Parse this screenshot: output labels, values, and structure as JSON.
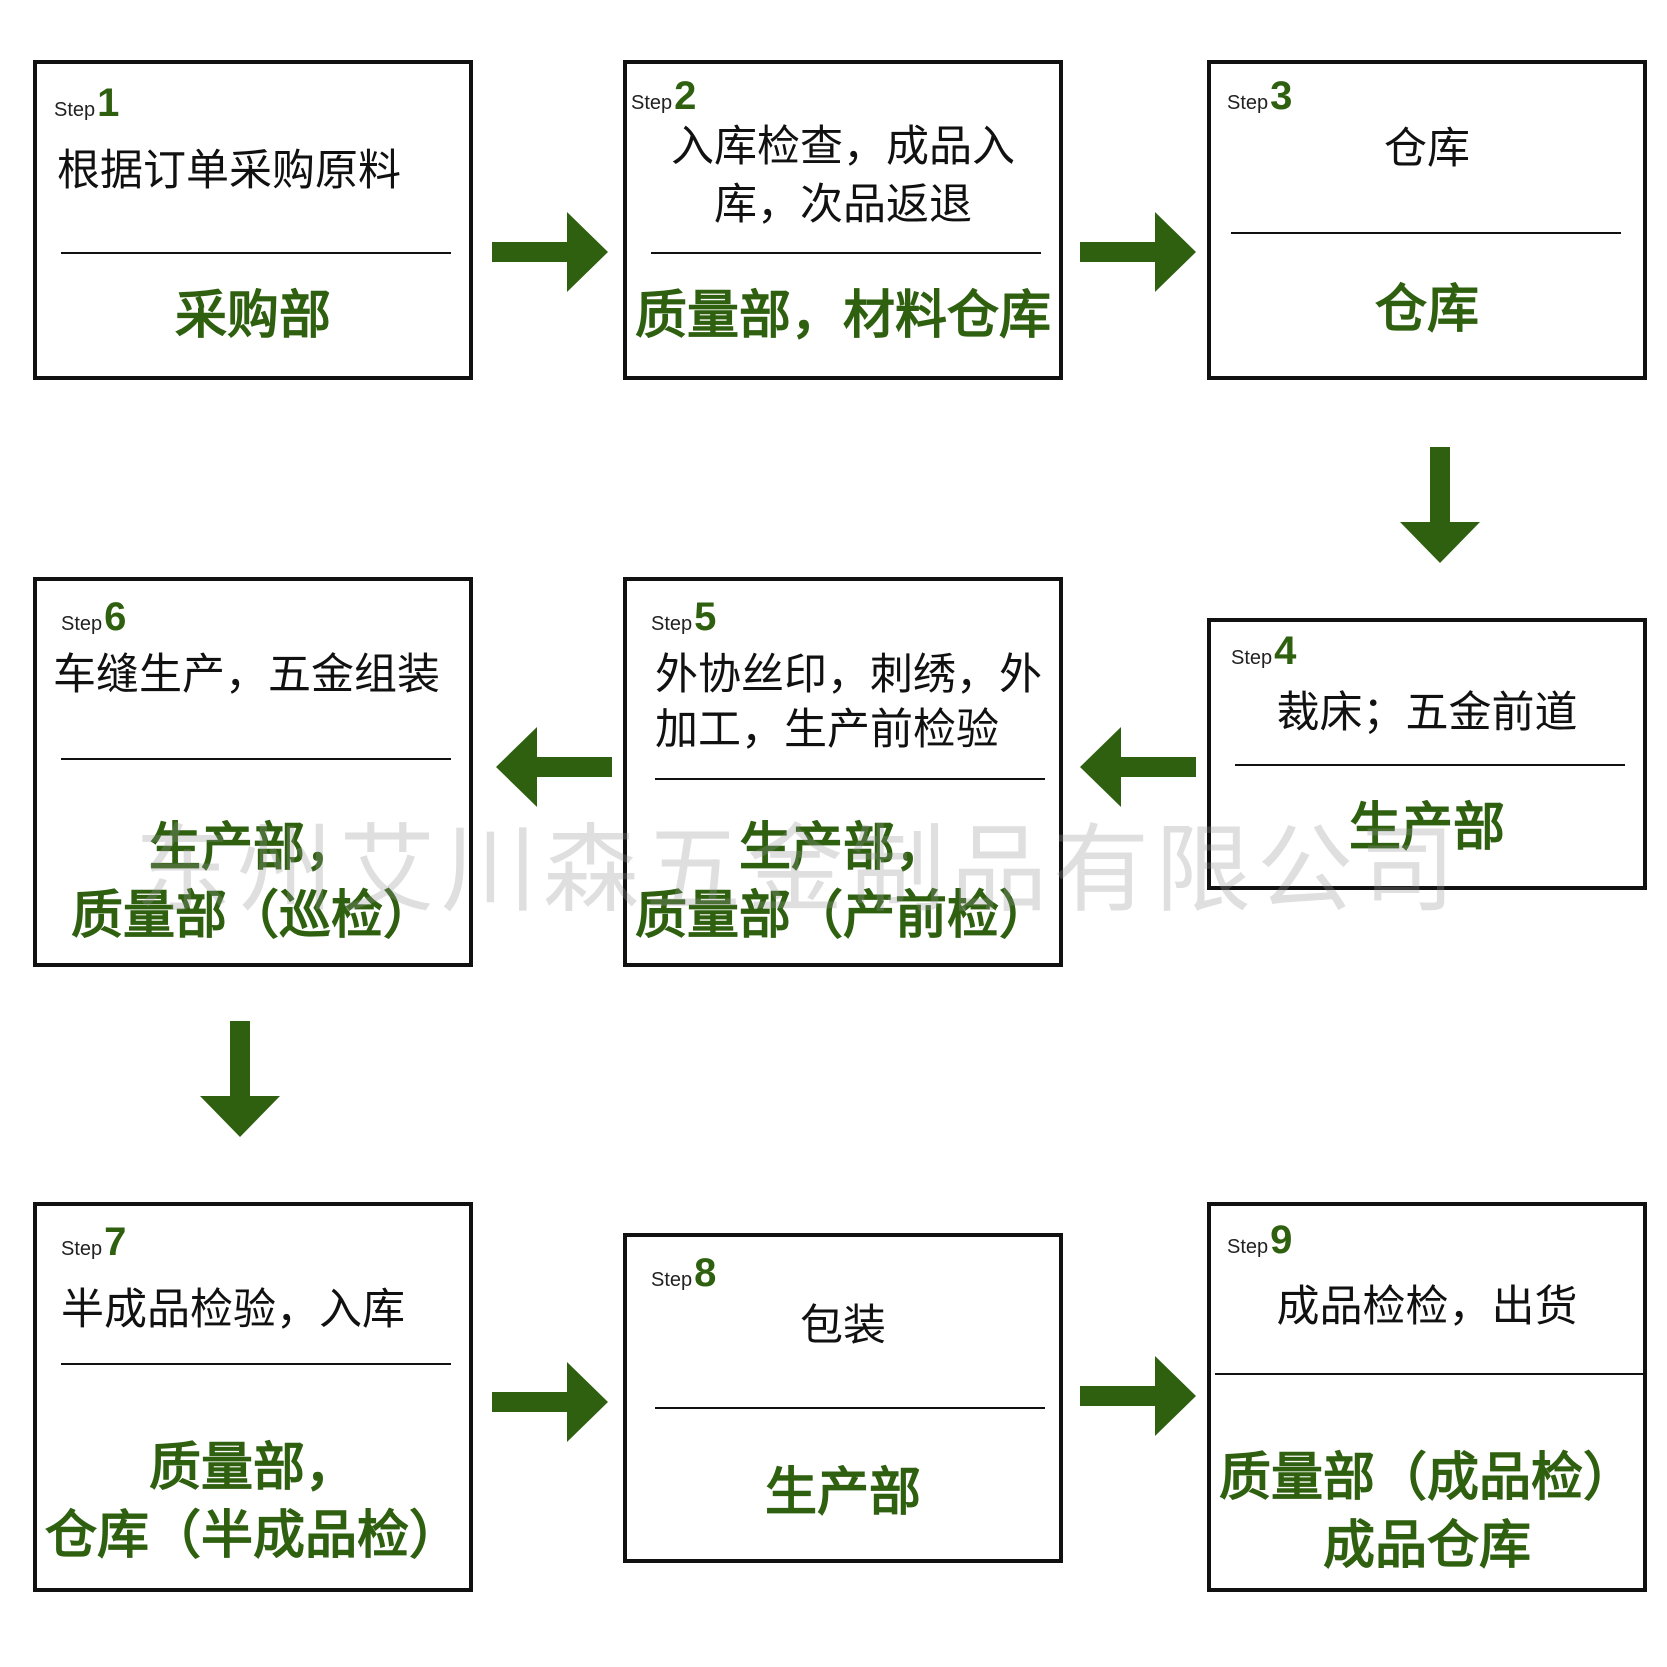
{
  "step_label": "Step",
  "accent_color": "#2e6010",
  "steps": [
    {
      "number": "1",
      "task": "根据订单采购原料",
      "dept": [
        "采购部"
      ]
    },
    {
      "number": "2",
      "task": [
        "入库检查，成品入",
        "库，次品返退"
      ],
      "dept": [
        "质量部，材料仓库"
      ]
    },
    {
      "number": "3",
      "task": "仓库",
      "dept": [
        "仓库"
      ]
    },
    {
      "number": "4",
      "task": "裁床；五金前道",
      "dept": [
        "生产部"
      ]
    },
    {
      "number": "5",
      "task": [
        "外协丝印，刺绣，外",
        "加工，生产前检验"
      ],
      "dept": [
        "生产部，",
        "质量部（产前检）"
      ]
    },
    {
      "number": "6",
      "task": "车缝生产，五金组装",
      "dept": [
        "生产部，",
        "质量部（巡检）"
      ]
    },
    {
      "number": "7",
      "task": "半成品检验，入库",
      "dept": [
        "质量部，",
        "仓库（半成品检）"
      ]
    },
    {
      "number": "8",
      "task": "包装",
      "dept": [
        "生产部"
      ]
    },
    {
      "number": "9",
      "task": "成品检检，出货",
      "dept": [
        "质量部（成品检）",
        "成品仓库"
      ]
    }
  ],
  "watermark": "东州艾川森五金制品有限公司",
  "arrows": [
    "right-arrow",
    "right-arrow",
    "down-arrow",
    "left-arrow",
    "left-arrow",
    "down-arrow",
    "right-arrow",
    "right-arrow"
  ]
}
